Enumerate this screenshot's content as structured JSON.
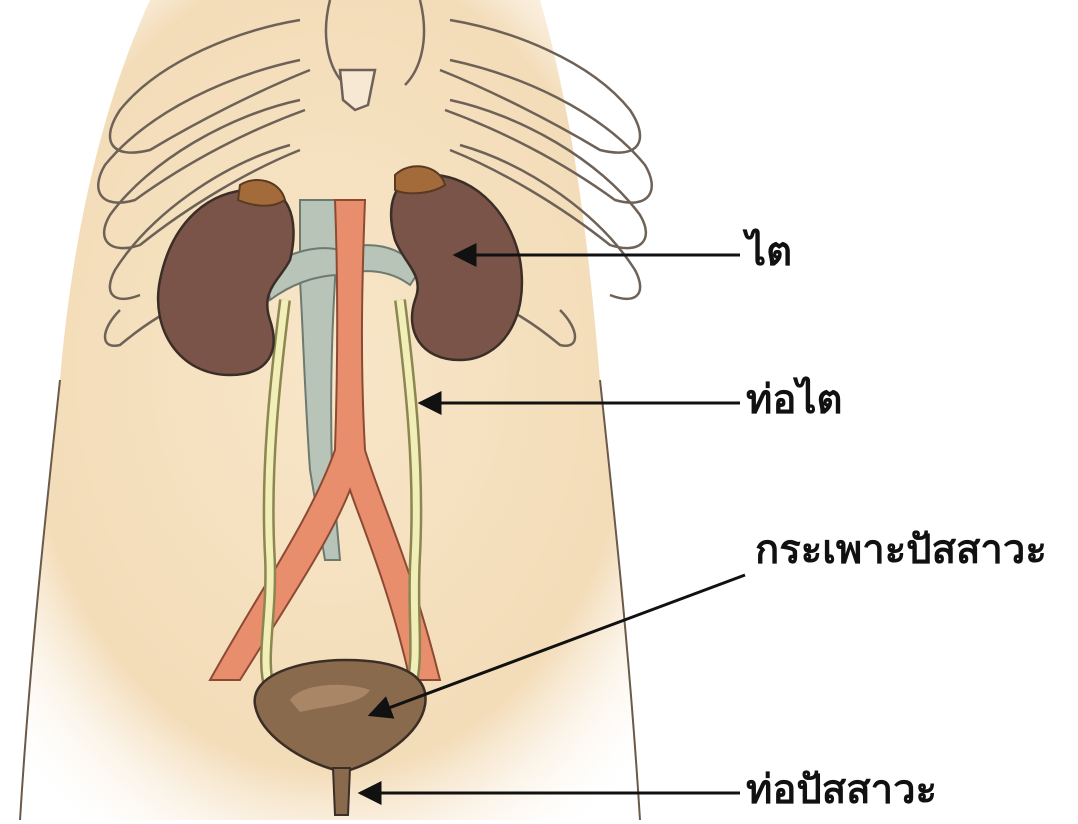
{
  "labels": {
    "kidney": "ไต",
    "ureter": "ท่อไต",
    "bladder": "กระเพาะปัสสาวะ",
    "urethra": "ท่อปัสสาวะ"
  },
  "colors": {
    "skin": "#f6e2c2",
    "kidney": "#7a5448",
    "adrenal": "#a36a3a",
    "aorta": "#e88e6c",
    "vena_cava": "#b8c4b8",
    "ureter": "#f2eeb8",
    "bladder": "#8a6a4c",
    "outline": "#3b2e26"
  }
}
